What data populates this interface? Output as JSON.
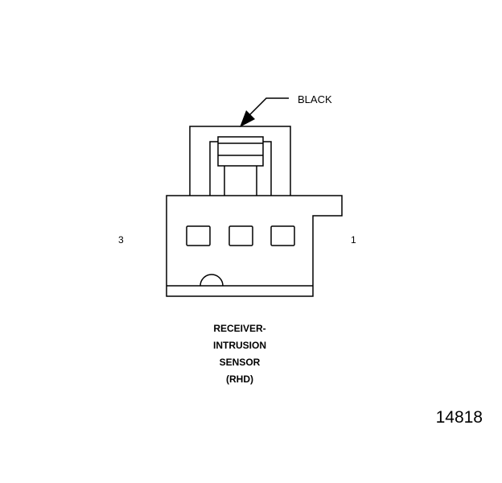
{
  "callout": {
    "label": "BLACK"
  },
  "pins": {
    "left": "3",
    "right": "1"
  },
  "caption": {
    "lines": [
      "RECEIVER-",
      "INTRUSION",
      "SENSOR",
      "(RHD)"
    ]
  },
  "figure_number": "14818"
}
